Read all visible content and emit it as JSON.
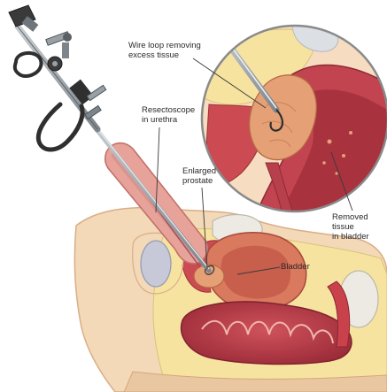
{
  "labels": {
    "wire_loop": "Wire loop removing\nexcess tissue",
    "resectoscope": "Resectoscope\nin urethra",
    "enlarged_prostate": "Enlarged\nprostate",
    "removed_tissue": "Removed tissue\nin bladder",
    "bladder": "Bladder"
  },
  "colors": {
    "skin": "#f3d9b8",
    "fat": "#f7e3a0",
    "bone": "#eceae2",
    "muscle": "#cc4b52",
    "bladder_wall": "#d9795e",
    "prostate": "#e5a076",
    "bowel": "#b83a48",
    "penis": "#e7a29a",
    "instrument_dark": "#2f2f2f",
    "instrument_steel": "#9aa1a6",
    "leader_line": "#3a3a3a"
  }
}
